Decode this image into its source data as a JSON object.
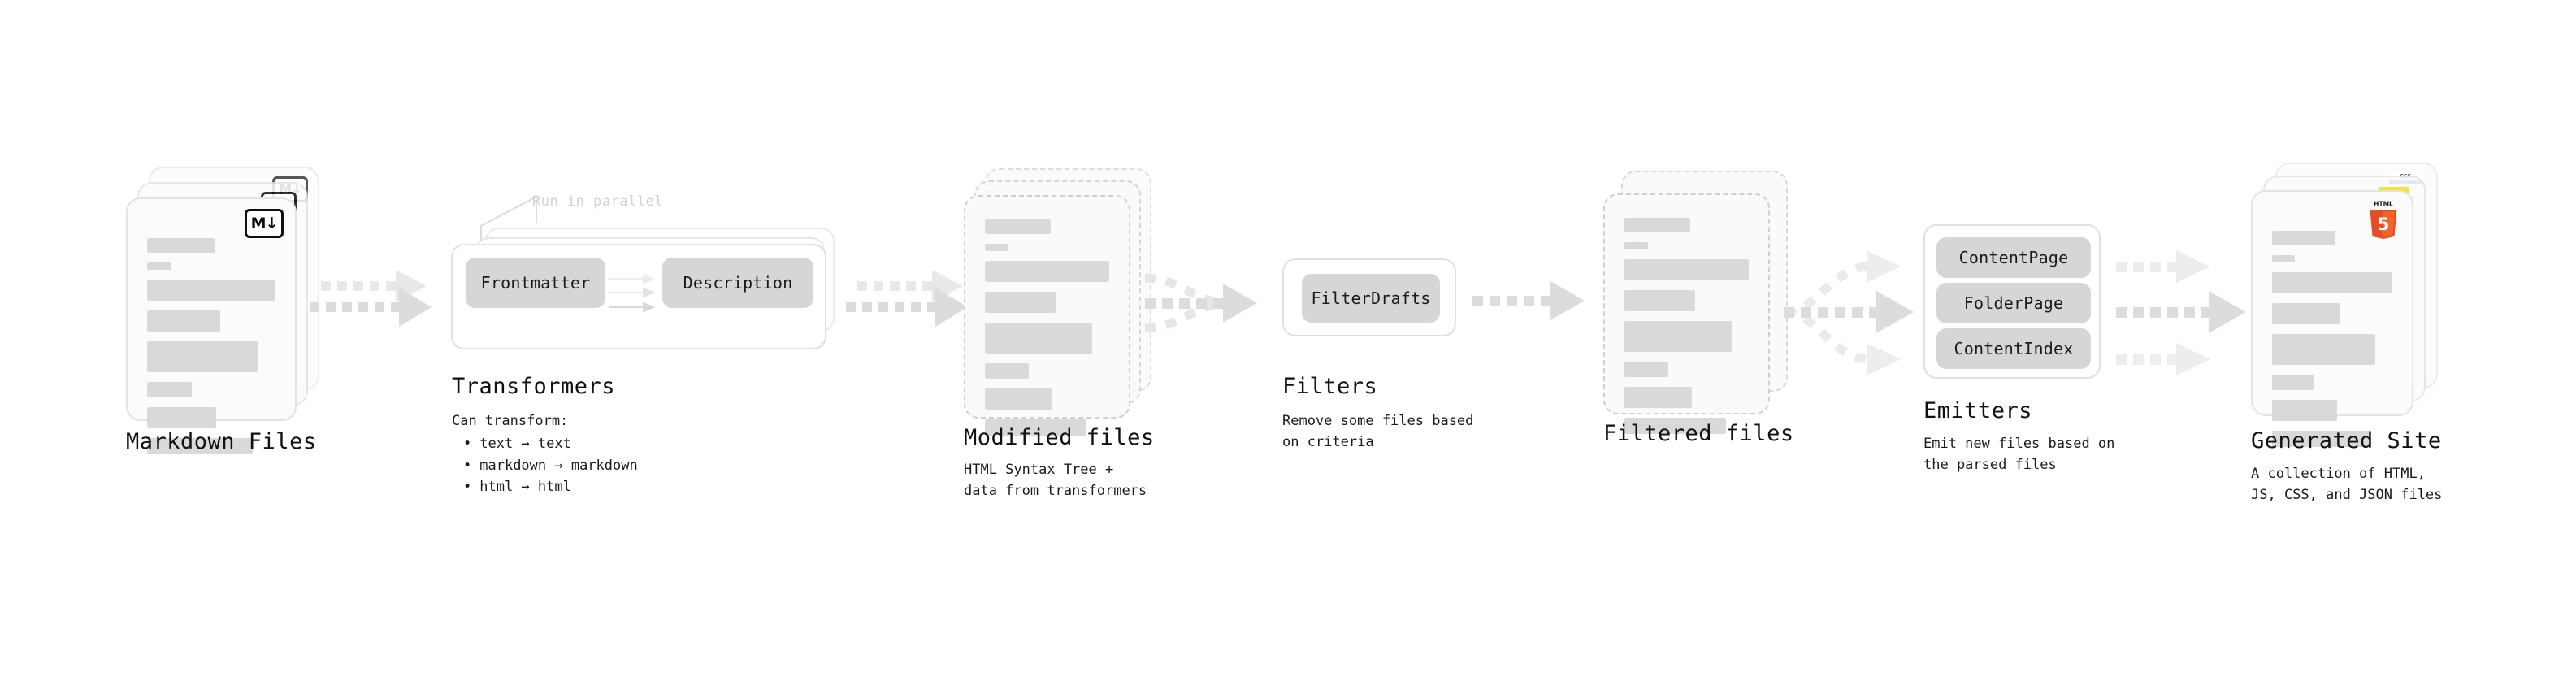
{
  "diagram": {
    "title_hidden": "",
    "colors": {
      "card_fill": "#fbfbfb",
      "card_border": "#e3e3e3",
      "dashed_border": "#cfcfcf",
      "bar": "#d9d9d9",
      "pill": "#d6d6d6",
      "arrow": "#dcdcdc",
      "text": "#1b1b1b",
      "muted_text": "#d2d2d2",
      "html5_orange": "#e44d26",
      "html5_orange_light": "#f16529",
      "js_yellow": "#f7df1e",
      "css_blue": "#264de4"
    },
    "stages": [
      {
        "id": "markdown-files",
        "title": "Markdown Files",
        "subtitle": "",
        "badge": "markdown-badge",
        "badge_text": "M↓",
        "kind": "card-stack-solid"
      },
      {
        "id": "transformers",
        "title": "Transformers",
        "note": "Run in parallel",
        "caption_lead": "Can transform:",
        "caption_items": [
          "text → text",
          "markdown → markdown",
          "html → html"
        ],
        "pills": [
          "Frontmatter",
          "Description"
        ],
        "kind": "process-stack"
      },
      {
        "id": "modified-files",
        "title": "Modified files",
        "subtitle": "HTML Syntax Tree +\ndata from transformers",
        "kind": "card-stack-dashed"
      },
      {
        "id": "filters",
        "title": "Filters",
        "subtitle": "Remove some files based\non criteria",
        "pills": [
          "FilterDrafts"
        ],
        "kind": "process-box"
      },
      {
        "id": "filtered-files",
        "title": "Filtered files",
        "subtitle": "",
        "kind": "card-stack-dashed"
      },
      {
        "id": "emitters",
        "title": "Emitters",
        "subtitle": "Emit new files based on\nthe parsed files",
        "pills": [
          "ContentPage",
          "FolderPage",
          "ContentIndex"
        ],
        "kind": "process-box"
      },
      {
        "id": "generated-site",
        "title": "Generated Site",
        "subtitle": "A collection of HTML,\nJS, CSS, and JSON files",
        "badges": [
          "css3-badge",
          "javascript-badge",
          "html5-badge"
        ],
        "badge_texts": {
          "css": "CSS",
          "html5_top": "HTML",
          "html5_num": "5"
        },
        "kind": "card-stack-solid"
      }
    ],
    "connectors": [
      {
        "from": "markdown-files",
        "to": "transformers",
        "style": "dotted-stacked"
      },
      {
        "from": "transformers",
        "to": "modified-files",
        "style": "dotted-stacked"
      },
      {
        "from": "modified-files",
        "to": "filters",
        "style": "dotted-converge"
      },
      {
        "from": "filters",
        "to": "filtered-files",
        "style": "dotted-single"
      },
      {
        "from": "filtered-files",
        "to": "emitters",
        "style": "dotted-diverge"
      },
      {
        "from": "emitters",
        "to": "generated-site",
        "style": "dotted-converge-3"
      }
    ]
  }
}
